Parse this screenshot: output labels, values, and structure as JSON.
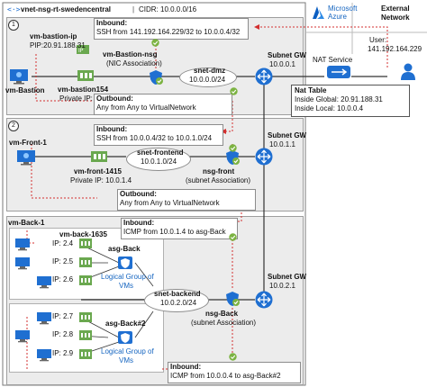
{
  "vnet": {
    "title": "vnet-nsg-rt-swedencentral",
    "cidr": "CIDR: 10.0.0.0/16",
    "separator": "|"
  },
  "azure": {
    "brand_line1": "Microsoft",
    "brand_line2": "Azure"
  },
  "external": {
    "line1": "External",
    "line2": "Network"
  },
  "user": {
    "label": "User:",
    "ip": "141.192.164.229"
  },
  "nat": {
    "service": "NAT Service",
    "table_title": "Nat Table",
    "inside_global": "Inside Global: 20.91.188.31",
    "inside_local": "Inside Local:  10.0.0.4"
  },
  "section1": {
    "number": "1",
    "inbound_title": "Inbound:",
    "inbound_rule": "SSH from 141.192.164.229/32 to 10.0.0.4/32",
    "bastion_ip_name": "vm-bastion-ip",
    "bastion_ip": "PIP:20.91.188.31",
    "vm_name": "vm-Bastion",
    "nic_name": "vm-bastion154",
    "nic_ip": "Private IP: 10.0.0.4",
    "nsg_name": "vm-Bastion-nsg",
    "nsg_assoc": "(NIC Association)",
    "subnet_name": "snet-dmz",
    "subnet_cidr": "10.0.0.0/24",
    "outbound_title": "Outbound:",
    "outbound_rule": "Any from Any to VirtualNetwork",
    "gw_label": "Subnet GW",
    "gw_ip": "10.0.0.1"
  },
  "section2": {
    "number": "2",
    "inbound_title": "Inbound:",
    "inbound_rule": "SSH from 10.0.0.4/32 to 10.0.1.0/24",
    "vm_name": "vm-Front-1",
    "nic_name": "vm-front-1415",
    "nic_ip": "Private IP: 10.0.1.4",
    "subnet_name": "snet-frontend",
    "subnet_cidr": "10.0.1.0/24",
    "nsg_name": "nsg-front",
    "nsg_assoc": "(subnet Association)",
    "outbound_title": "Outbound:",
    "outbound_rule": "Any from Any to VirtualNetwork",
    "gw_label": "Subnet GW",
    "gw_ip": "10.0.1.1"
  },
  "section3": {
    "inbound_title": "Inbound:",
    "inbound_rule": "ICMP from 10.0.1.4 to asg-Back",
    "vm_group_label": "vm-Back-1",
    "nic_name": "vm-back-1635",
    "ips_a": [
      "IP: 2.4",
      "IP: 2.5",
      "IP: 2.6"
    ],
    "asg_a_name": "asg-Back",
    "asg_a_desc_1": "Logical Group of",
    "asg_a_desc_2": "VMs",
    "ips_b": [
      "IP: 2.7",
      "IP: 2.8",
      "IP: 2.9"
    ],
    "asg_b_name": "asg-Back#2",
    "asg_b_desc_1": "Logical Group of",
    "asg_b_desc_2": "VMs",
    "subnet_name": "snet-backend",
    "subnet_cidr": "10.0.2.0/24",
    "nsg_name": "nsg-Back",
    "nsg_assoc": "(subnet Association)",
    "gw_label": "Subnet GW",
    "gw_ip": "10.0.2.1",
    "inbound2_title": "Inbound:",
    "inbound2_rule": "ICMP from 10.0.0.4 to asg-Back#2"
  },
  "colors": {
    "accent_blue": "#1f6fd1",
    "rule_red": "#d32f2f",
    "section_gray": "#ececec",
    "check_green": "#7cb342",
    "nic_green": "#6aa84f"
  },
  "icons": [
    "virtual-network-icon",
    "azure-logo-icon",
    "user-icon",
    "nat-icon",
    "vm-icon",
    "nic-icon",
    "public-ip-icon",
    "nsg-shield-icon",
    "router-icon",
    "asg-icon",
    "check-icon"
  ]
}
